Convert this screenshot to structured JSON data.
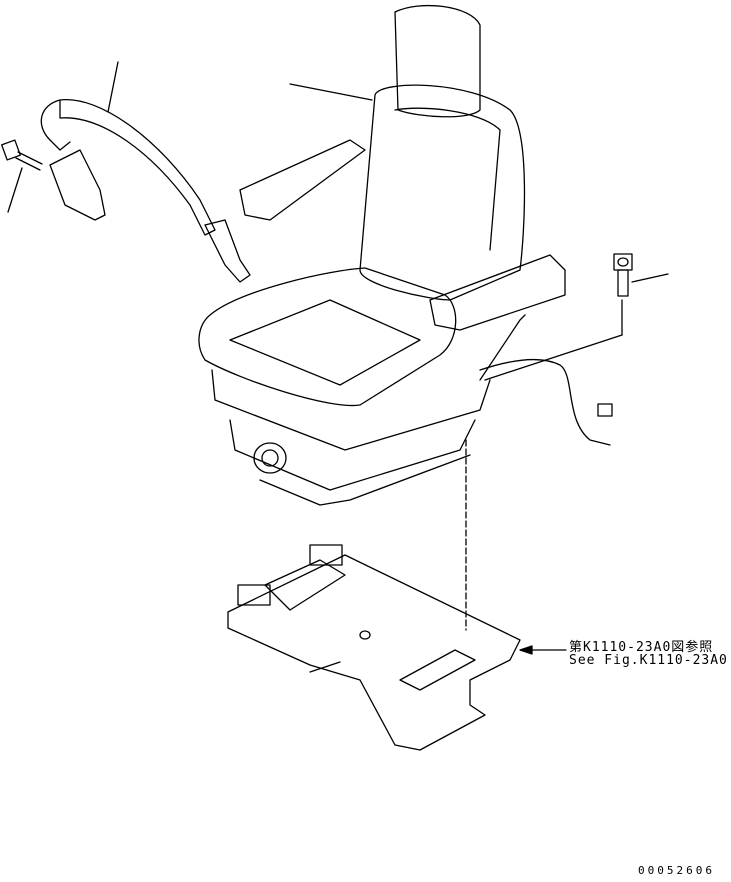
{
  "reference": {
    "japanese": "第K1110-23A0図参照",
    "english": "See Fig.K1110-23A0"
  },
  "figure_number": "00052606"
}
